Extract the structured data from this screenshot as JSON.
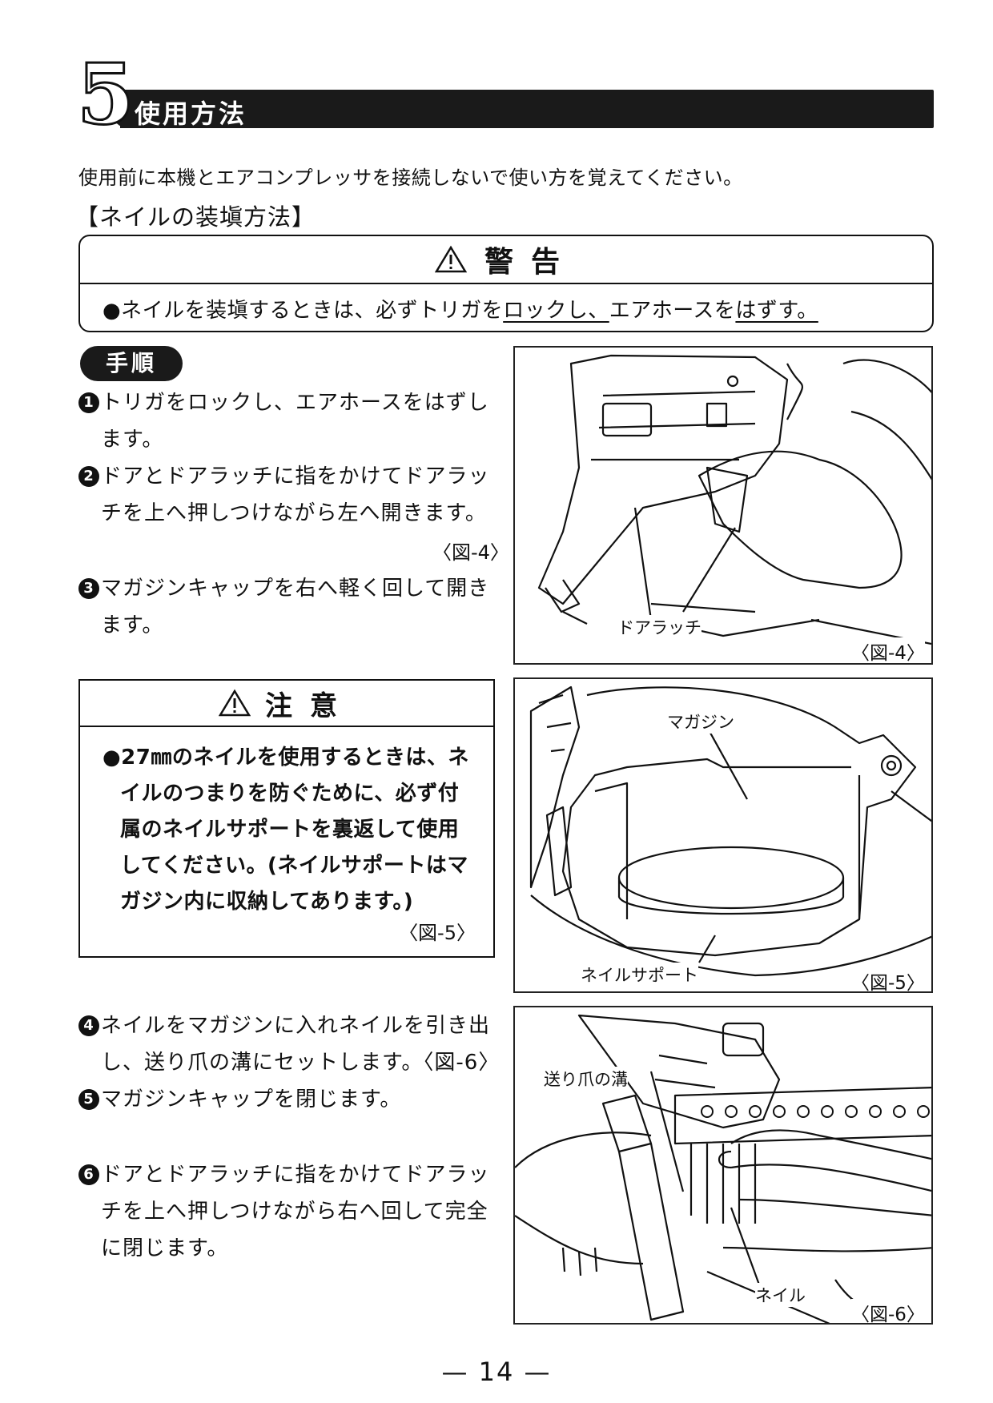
{
  "section": {
    "number": "5",
    "title": "使用方法"
  },
  "intro": "使用前に本機とエアコンプレッサを接続しないで使い方を覚えてください。",
  "subheading": "【ネイルの装塡方法】",
  "warning": {
    "title": "警告",
    "text_a": "●ネイルを装塡するときは、必ずトリガを",
    "text_b": "ロックし、",
    "text_c": "エアホースを",
    "text_d": "はずす。"
  },
  "procedure_label": "手順",
  "steps": [
    {
      "num": "1",
      "line1": "トリガをロックし、エアホースをはずし",
      "line2": "ます。"
    },
    {
      "num": "2",
      "line1": "ドアとドアラッチに指をかけてドアラッ",
      "line2": "チを上へ押しつけながら左へ開きます。",
      "ref": "〈図-4〉"
    },
    {
      "num": "3",
      "line1": "マガジンキャップを右へ軽く回して開き",
      "line2": "ます。"
    },
    {
      "num": "4",
      "line1": "ネイルをマガジンに入れネイルを引き出",
      "line2": "し、送り爪の溝にセットします。〈図-6〉"
    },
    {
      "num": "5",
      "line1": "マガジンキャップを閉じます。"
    },
    {
      "num": "6",
      "line1": "ドアとドアラッチに指をかけてドアラッ",
      "line2": "チを上へ押しつけながら右へ回して完全",
      "line3": "に閉じます。"
    }
  ],
  "caution": {
    "title": "注意",
    "line1": "●27㎜のネイルを使用するときは、ネ",
    "line2": "イルのつまりを防ぐために、必ず付",
    "line3": "属のネイルサポートを裏返して使用",
    "line4": "してください。(ネイルサポートはマ",
    "line5": "ガジン内に収納してあります。)",
    "ref": "〈図-5〉"
  },
  "figures": [
    {
      "id": "fig4",
      "labels": [
        "ドアラッチ"
      ],
      "caption": "〈図-4〉"
    },
    {
      "id": "fig5",
      "labels": [
        "マガジン",
        "ネイルサポート"
      ],
      "caption": "〈図-5〉"
    },
    {
      "id": "fig6",
      "labels": [
        "送り爪の溝",
        "ネイル"
      ],
      "caption": "〈図-6〉"
    }
  ],
  "page_number": "— 14 —"
}
